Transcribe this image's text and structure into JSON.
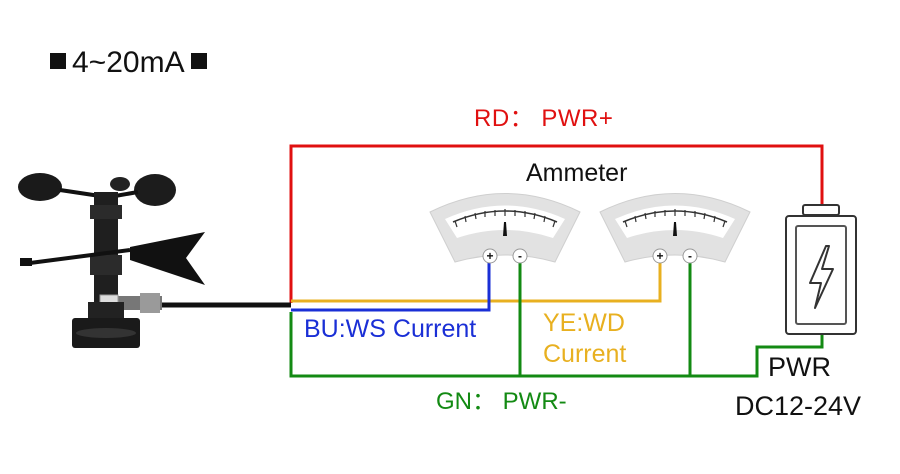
{
  "title": "4~20mA",
  "labels": {
    "rd": "RD：  PWR+",
    "ammeter": "Ammeter",
    "bu": "BU:WS Current",
    "ye_line1": "YE:WD",
    "ye_line2": "Current",
    "gn": "GN：  PWR-",
    "pwr_line1": "PWR",
    "pwr_line2": "DC12-24V"
  },
  "terminals": {
    "plus": "+",
    "minus": "-"
  },
  "colors": {
    "red": "#e01010",
    "blue": "#1a2fd6",
    "yellow": "#e8b020",
    "green": "#138a13",
    "black": "#111111"
  }
}
